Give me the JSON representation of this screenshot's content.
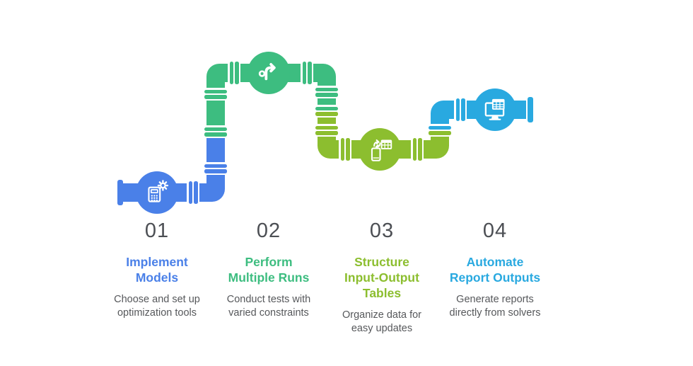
{
  "palette": {
    "bg": "#ffffff",
    "blue": "#4a80e8",
    "green": "#3dbd80",
    "lime": "#8cbe2f",
    "cyan": "#29a9e0",
    "icon": "#ffffff",
    "number": "#4c4f54",
    "text": "#56585b"
  },
  "pipeline": {
    "description": "Four-stage pipe flow diagram with circular icon nodes",
    "node_icons": [
      "calculator-gear-icon",
      "bent-arrow-icon",
      "phone-sync-table-icon",
      "monitor-spreadsheet-icon"
    ]
  },
  "steps": [
    {
      "number": "01",
      "title_lines": [
        "Implement",
        "Models"
      ],
      "desc_lines": [
        "Choose and set up",
        "optimization tools"
      ],
      "color": "#4a80e8",
      "icon": "calculator-gear-icon"
    },
    {
      "number": "02",
      "title_lines": [
        "Perform",
        "Multiple Runs"
      ],
      "desc_lines": [
        "Conduct tests with",
        "varied constraints"
      ],
      "color": "#3dbd80",
      "icon": "bent-arrow-icon"
    },
    {
      "number": "03",
      "title_lines": [
        "Structure",
        "Input-Output",
        "Tables"
      ],
      "desc_lines": [
        "Organize data for",
        "easy updates"
      ],
      "color": "#8cbe2f",
      "icon": "phone-sync-table-icon"
    },
    {
      "number": "04",
      "title_lines": [
        "Automate",
        "Report Outputs"
      ],
      "desc_lines": [
        "Generate reports",
        "directly from solvers"
      ],
      "color": "#29a9e0",
      "icon": "monitor-spreadsheet-icon"
    }
  ]
}
